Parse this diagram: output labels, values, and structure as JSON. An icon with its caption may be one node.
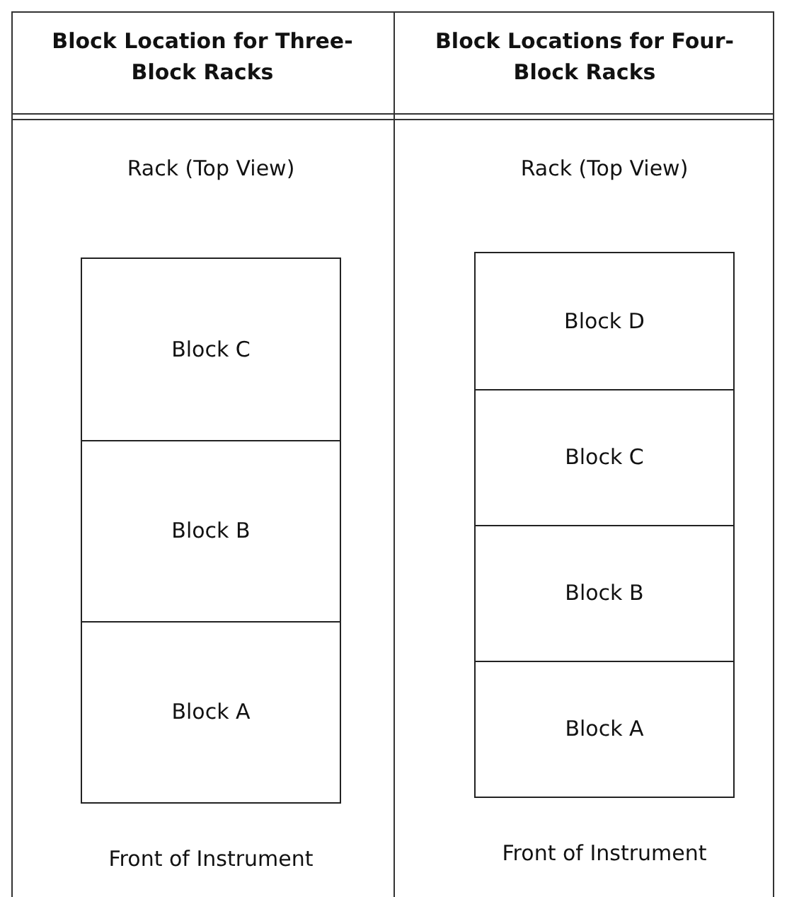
{
  "diagram": {
    "nodes": [
      {
        "text": [
          "Rack (Top View)"
        ],
        "beside": [
          "Front of Instrument"
        ]
      },
      {
        "text": [
          "Block C"
        ],
        "in": 0
      },
      {
        "text": [
          "Block B"
        ],
        "in": 0
      },
      {
        "text": [
          "Block A"
        ],
        "in": 0
      },
      {
        "text": [
          "Rack (Top View)"
        ],
        "beside": [
          "Front of Instrument"
        ]
      },
      {
        "text": [
          "Block D"
        ],
        "in": 4
      },
      {
        "text": [
          "Block C"
        ],
        "in": 4
      },
      {
        "text": [
          "Block B"
        ],
        "in": 4
      },
      {
        "text": [
          "Block A"
        ],
        "in": 4
      }
    ],
    "edges": [],
    "labels": [
      "Block Location for Three-Block Racks",
      "Block Locations for Four-Block Racks"
    ]
  }
}
